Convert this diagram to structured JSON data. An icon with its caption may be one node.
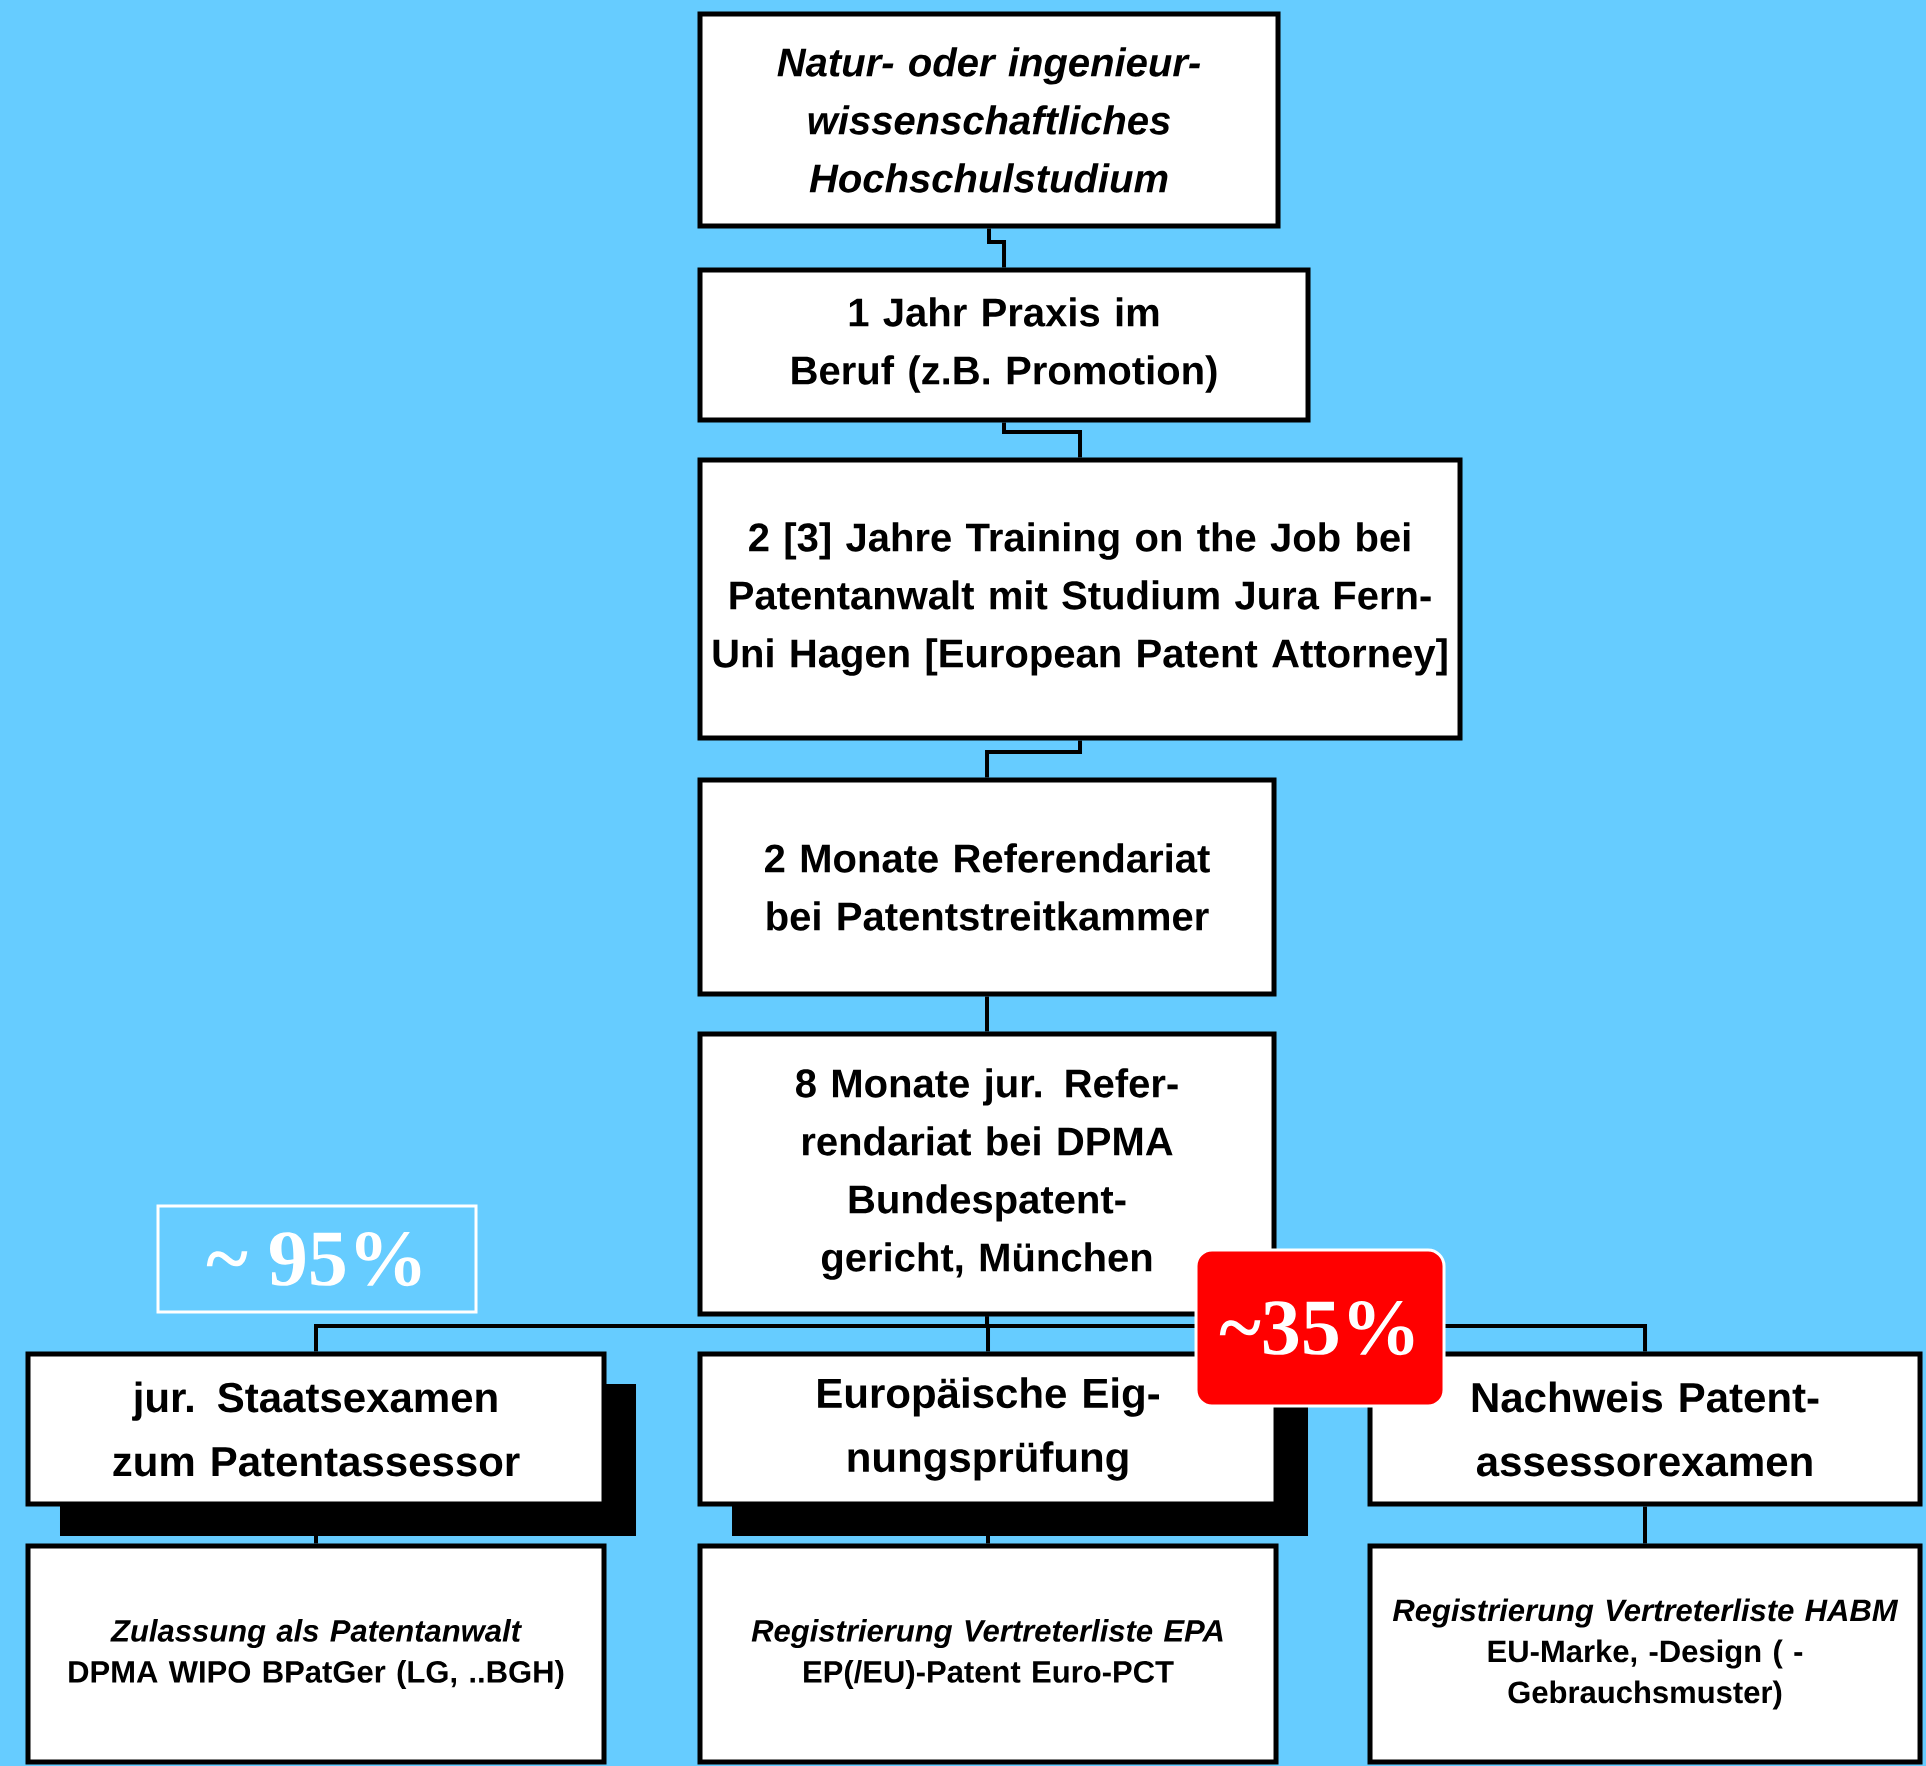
{
  "diagram": {
    "nodes": [
      {
        "text": [
          "Natur- oder ingenieur- wissenschaftliches Hochschulstudium"
        ]
      },
      {
        "text": [
          "1 Jahr Praxis im Beruf (z.B. Promotion)"
        ]
      },
      {
        "text": [
          "2 [3] Jahre Training on the Job bei Patentanwalt mit Studium Jura Fern-Uni Hagen [European Patent Attorney]"
        ]
      },
      {
        "text": [
          "2 Monate Referendariat bei Patentstreitkammer"
        ]
      },
      {
        "text": [
          "8 Monate jur. Refer- rendariat bei DPMA Bundespatent- gericht, München"
        ]
      },
      {
        "text": [
          "jur. Staatsexamen zum Patentassessor"
        ]
      },
      {
        "text": [
          "Europäische Eig- nungsprüfung"
        ]
      },
      {
        "text": [
          "Nachweis Patent- assessorexamen"
        ]
      },
      {
        "text": [
          "Zulassung als Patentanwalt",
          "DPMA WIPO BPatGer (LG, ..BGH)"
        ]
      },
      {
        "text": [
          "Registrierung Vertreterliste EPA",
          "EP(/EU)-Patent Euro-PCT"
        ]
      },
      {
        "text": [
          "Registrierung Vertreterliste HABM",
          "EU-Marke, -Design ( -Gebrauchsmuster)"
        ]
      }
    ],
    "edges": [
      {
        "from": 0,
        "to": 1,
        "arrow": "none"
      },
      {
        "from": 1,
        "to": 2,
        "arrow": "none"
      },
      {
        "from": 2,
        "to": 3,
        "arrow": "none"
      },
      {
        "from": 3,
        "to": 4,
        "arrow": "none"
      },
      {
        "from": 4,
        "to": 5,
        "arrow": "none"
      },
      {
        "from": 4,
        "to": 6,
        "arrow": "none"
      },
      {
        "from": 4,
        "to": 7,
        "arrow": "none"
      },
      {
        "from": 5,
        "to": 8,
        "arrow": "none"
      },
      {
        "from": 6,
        "to": 9,
        "arrow": "none"
      },
      {
        "from": 7,
        "to": 10,
        "arrow": "none"
      }
    ],
    "labels": [
      "~ 95%",
      "~35%"
    ]
  }
}
